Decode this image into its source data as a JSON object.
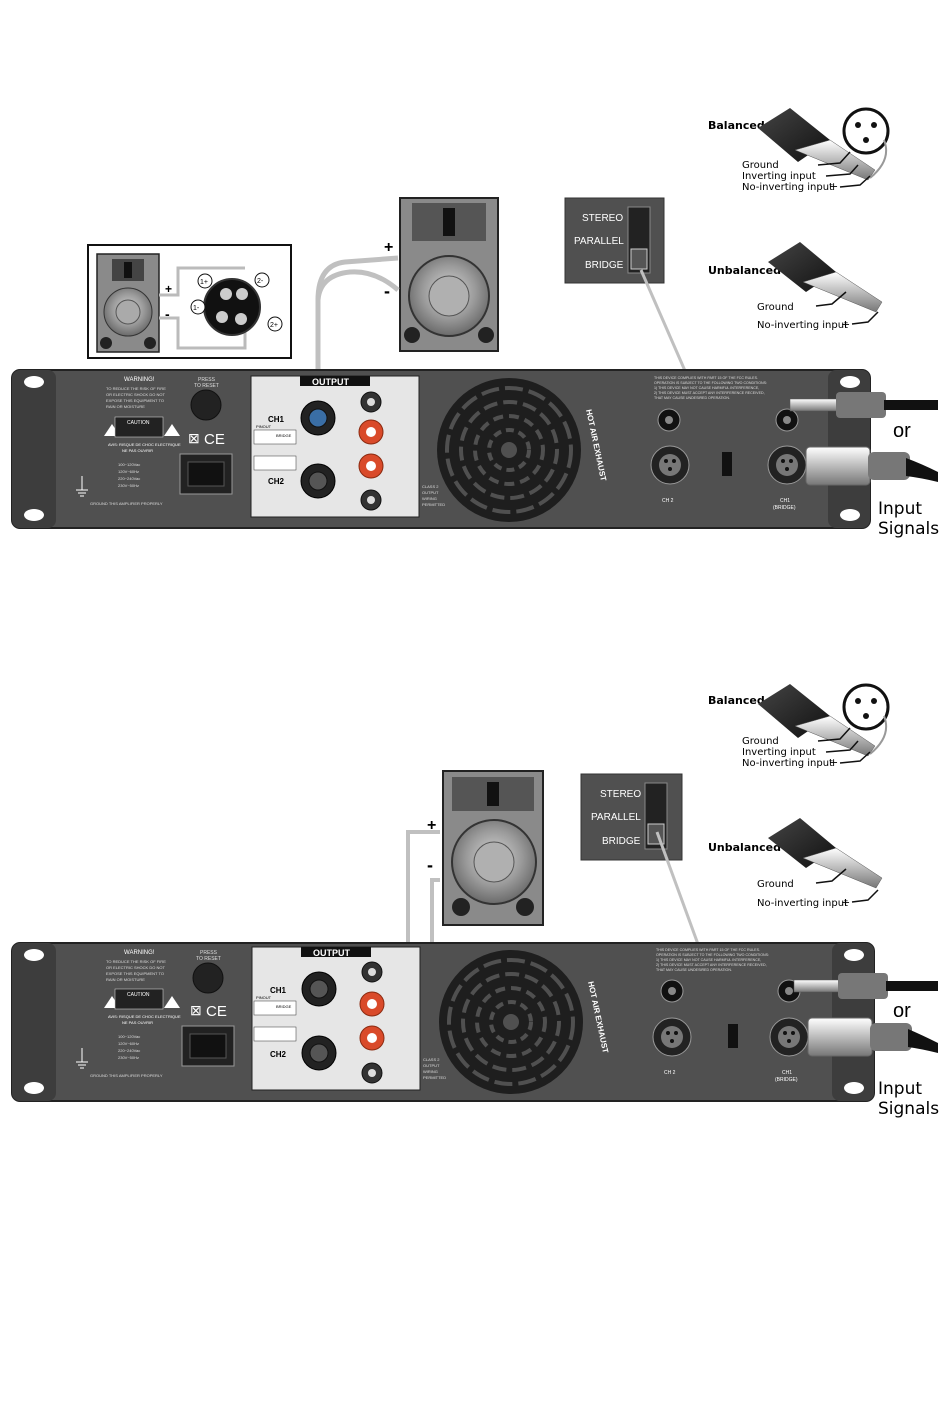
{
  "diagram1": {
    "amp": {
      "warning_title": "WARNING!",
      "warning_text": [
        "TO REDUCE THE RISK OF FIRE",
        "OR ELECTRIC SHOCK DO NOT",
        "EXPOSE THIS EQUIPMENT TO",
        "RAIN OR MOISTURE"
      ],
      "press_reset": [
        "PRESS",
        "TO RESET"
      ],
      "caution": "CAUTION",
      "caution_fr": "AVIS: RISQUE DE CHOC ELECTRIQUE",
      "caution_fr2": "NE PAS OUVRIR",
      "voltages": [
        "100~120Vac",
        "120V~60Hz",
        "220~240Vac",
        "230V~50Hz"
      ],
      "ground_note": "GROUND THIS AMPLIFIER PROPERLY",
      "output_title": "OUTPUT",
      "ch1": "CH1",
      "ch2": "CH2",
      "pinout": "PINOUT",
      "bridge": "BRIDGE",
      "class2": [
        "CLASS 2",
        "OUTPUT",
        "WIRING",
        "PERMITTED"
      ],
      "hot_air": "HOT AIR EXHAUST",
      "ch2_label": "CH 2",
      "ch1_label": "CH1",
      "ch1_bridge": "(BRIDGE)",
      "fcc": [
        "THIS DEVICE COMPLIES WITH PART 15 OF THE FCC RULES.",
        "OPERATION IS SUBJECT TO THE FOLLOWING TWO CONDITIONS:",
        "1) THIS DEVICE MAY NOT CAUSE HARMFUL INTERFERENCE,",
        "2) THIS DEVICE MUST ACCEPT ANY INTERFERENCE RECEIVED,",
        "THAT MAY CAUSE UNDESIRED OPERATION."
      ]
    },
    "switch": {
      "stereo": "STEREO",
      "parallel": "PARALLEL",
      "bridge": "BRIDGE"
    },
    "balanced": {
      "title": "Balanced",
      "ground": "Ground",
      "inverting": "Inverting input",
      "noninverting": "No-inverting input",
      "plus": "+"
    },
    "unbalanced": {
      "title": "Unbalanced",
      "ground": "Ground",
      "noninverting": "No-inverting input",
      "plus": "+"
    },
    "speakon_pins": [
      "1+",
      "2-",
      "1-",
      "2+"
    ],
    "plus": "+",
    "minus": "-",
    "or": "or",
    "input_signals": [
      "Input",
      "Signals"
    ]
  },
  "diagram2": {
    "plus": "+",
    "minus": "-"
  },
  "colors": {
    "panel": "#505050",
    "cable": "#c0c0c0",
    "binding_red": "#d94a2a"
  }
}
